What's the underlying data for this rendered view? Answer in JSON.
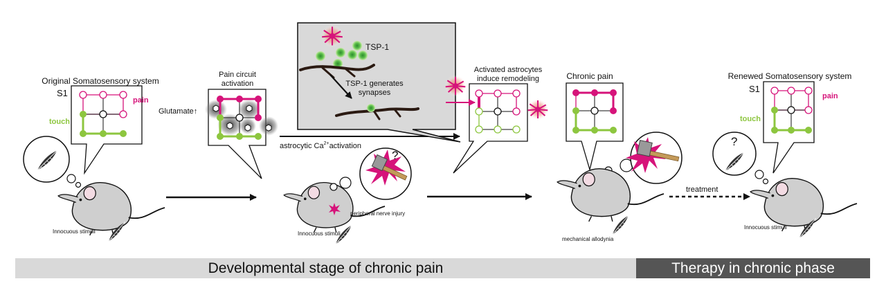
{
  "colors": {
    "pain": "#d6137a",
    "touch": "#8dc63f",
    "ink": "#111111",
    "bar_light": "#d9d9d9",
    "bar_dark": "#555555"
  },
  "panel1": {
    "title": "Original Somatosensory system",
    "s1": "S1",
    "pain": "pain",
    "touch": "touch",
    "stimuli": "Innocuous stimuli"
  },
  "panel2": {
    "title_line1": "Pain circuit",
    "title_line2": "activation",
    "glutamate": "Glutamate↑",
    "stimuli": "Innocuous stimuli",
    "injury": "peripheral nerve injury"
  },
  "callout": {
    "tsp1": "TSP-1",
    "generates_line1": "TSP-1 generates",
    "generates_line2": "synapses"
  },
  "ca_label": {
    "prefix": "astrocytic Ca",
    "superscript": "2+",
    "suffix": "activation"
  },
  "panel3": {
    "title_line1": "Activated astrocytes",
    "title_line2": "induce remodeling"
  },
  "panel4": {
    "title": "Chronic pain",
    "allodynia": "mechanical allodynia"
  },
  "panel5": {
    "title": "Renewed Somatosensory system",
    "s1": "S1",
    "pain": "pain",
    "touch": "touch",
    "question": "?",
    "treatment": "treatment",
    "stimuli": "Innocuous stimuli"
  },
  "question_mark": "?",
  "stages": {
    "developmental": "Developmental stage of chronic pain",
    "therapy": "Therapy in chronic phase"
  }
}
